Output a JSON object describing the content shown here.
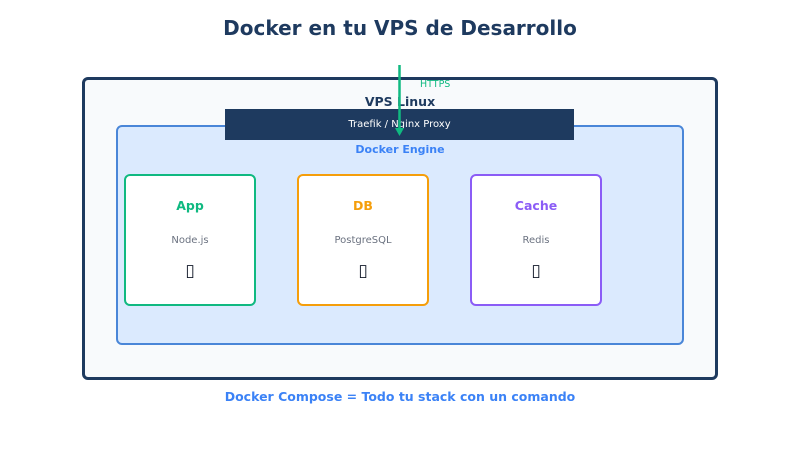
{
  "title": "Docker en tu VPS de Desarrollo",
  "vps": {
    "label": "VPS Linux"
  },
  "proxy": {
    "label": "Traefik / Nginx Proxy"
  },
  "engine": {
    "label": "Docker Engine"
  },
  "https_label": "HTTPS",
  "containers": [
    {
      "name": "App",
      "tech": "Node.js",
      "icon": "package-icon",
      "glyph": "▯",
      "color": "#10b981"
    },
    {
      "name": "DB",
      "tech": "PostgreSQL",
      "icon": "package-icon",
      "glyph": "▯",
      "color": "#f59e0b"
    },
    {
      "name": "Cache",
      "tech": "Redis",
      "icon": "package-icon",
      "glyph": "▯",
      "color": "#8b5cf6"
    }
  ],
  "footer": "Docker Compose = Todo tu stack con un comando",
  "colors": {
    "primary": "#1e3a5f",
    "accent": "#3b82f6",
    "https": "#10b981"
  }
}
